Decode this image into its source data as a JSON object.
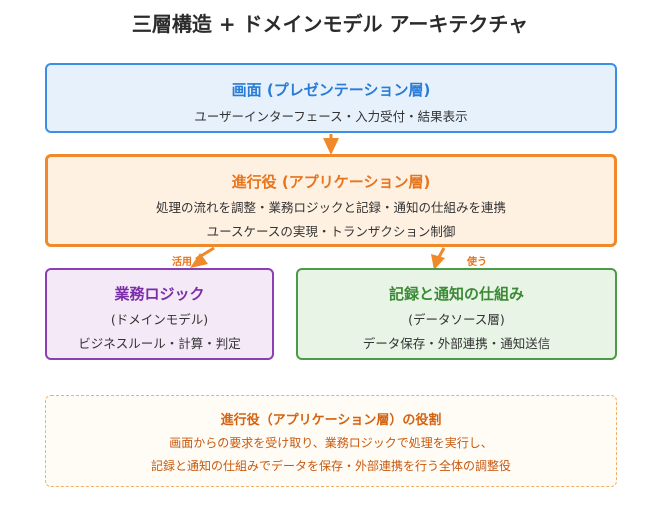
{
  "title": "三層構造 + ドメインモデル アーキテクチャ",
  "presentation": {
    "heading": "画面 (プレゼンテーション層)",
    "description": "ユーザーインターフェース・入力受付・結果表示"
  },
  "application": {
    "heading": "進行役 (アプリケーション層)",
    "line1": "処理の流れを調整・業務ロジックと記録・通知の仕組みを連携",
    "line2": "ユースケースの実現・トランザクション制御"
  },
  "domain": {
    "heading": "業務ロジック",
    "subheading": "(ドメインモデル)",
    "description": "ビジネスルール・計算・判定"
  },
  "infrastructure": {
    "heading": "記録と通知の仕組み",
    "subheading": "(データソース層)",
    "description": "データ保存・外部連携・通知送信"
  },
  "edges": {
    "uses_domain": "活用",
    "uses_infra": "使う"
  },
  "note": {
    "heading": "進行役（アプリケーション層）の役割",
    "line1": "画面からの要求を受け取り、業務ロジックで処理を実行し、",
    "line2": "記録と通知の仕組みでデータを保存・外部連携を行う全体の調整役"
  },
  "colors": {
    "presentation": "#3b8ee6",
    "application": "#f0892a",
    "domain": "#8a3fb5",
    "infrastructure": "#4c9b46",
    "arrow": "#f0892a"
  }
}
